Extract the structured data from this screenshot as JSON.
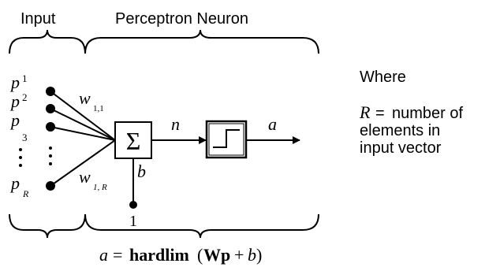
{
  "headers": {
    "input": "Input",
    "neuron": "Perceptron Neuron"
  },
  "inputs": {
    "symbol": "p",
    "subscripts": [
      "1",
      "2",
      "3",
      "R"
    ],
    "dots": "⋮"
  },
  "weights": {
    "symbol": "w",
    "first_subscript": "1,1",
    "last_subscript": "1, R"
  },
  "bias": {
    "symbol": "b",
    "constant": "1"
  },
  "summation_symbol": "Σ",
  "net_input": "n",
  "output": "a",
  "formula": {
    "lhs": "a",
    "eq": "=",
    "func": "hardlim",
    "open": "(",
    "matrix": "W",
    "vector": "p",
    "plus": "+",
    "bias": "b",
    "close": ")"
  },
  "legend": {
    "where": "Where",
    "symbol": "R",
    "eq": "=",
    "line1": "number of",
    "line2": "elements in",
    "line3": "input vector"
  }
}
